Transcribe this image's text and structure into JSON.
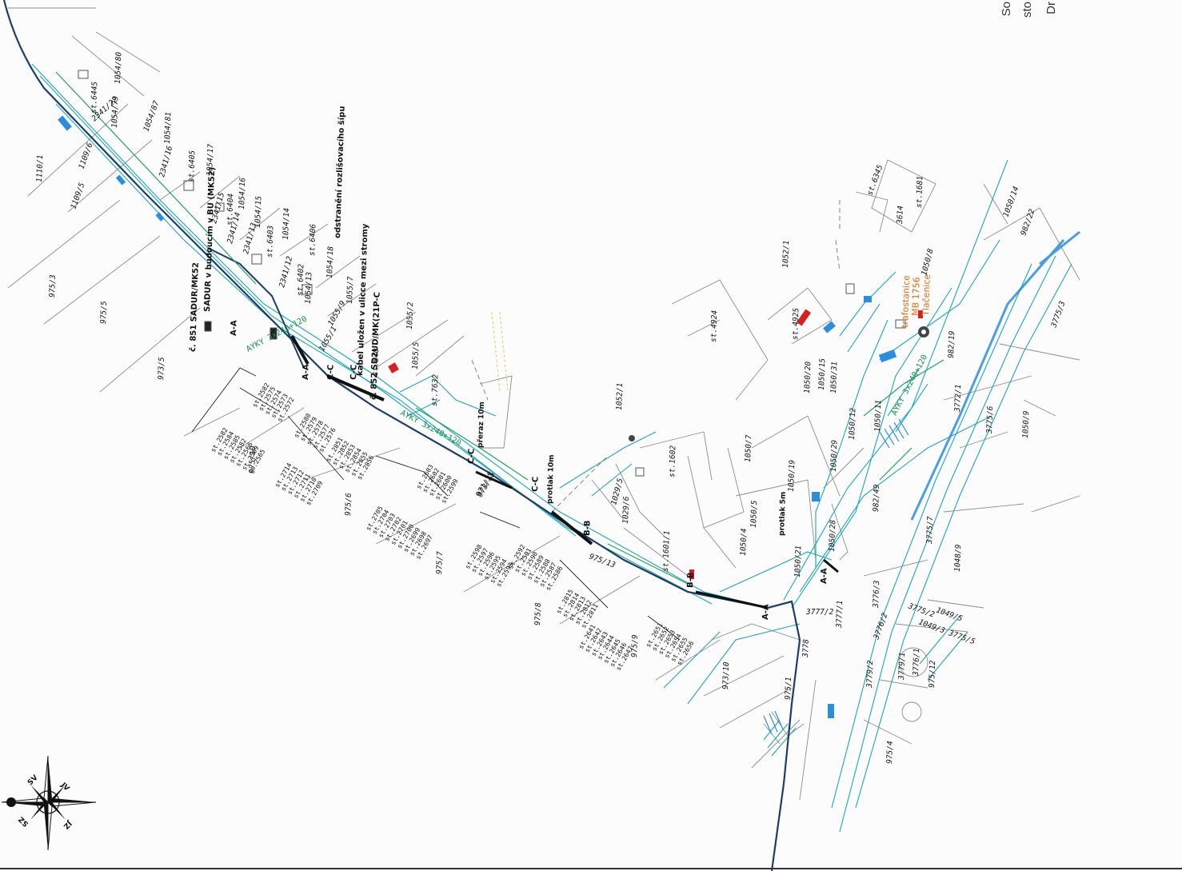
{
  "corner_text": [
    "So",
    "sto",
    "Dr"
  ],
  "compass": {
    "labels": [
      "SV",
      "JV",
      "SZ",
      "JZ"
    ]
  },
  "notes": [
    "odstranění rozlišovacího šípu",
    "kabel uložen v ulicce mezi stromy",
    "SADUR v budoucím v BU (MK52)",
    "č. 851 SADUR/MK52",
    "č. 852 SD2UD/MK(21P-C"
  ],
  "section_marks": [
    "A-A",
    "A-A",
    "A-A",
    "B-B",
    "B-B",
    "C-C",
    "C-C",
    "C-C",
    "C-C"
  ],
  "protection_labels": [
    "přeraz 10m",
    "protlak 10m",
    "protlak 5m"
  ],
  "cable_labels": [
    "AYKY 3x240+120",
    "AYKY 3x240+120",
    "AYKY 3x240+120"
  ],
  "orange_label": [
    "trafostanice",
    "MB 1756",
    "Tlačenice"
  ],
  "parcels": [
    {
      "id": "p1",
      "text": "1110/1"
    },
    {
      "id": "p2",
      "text": "1109/5"
    },
    {
      "id": "p3",
      "text": "1109/6"
    },
    {
      "id": "p4",
      "text": "975/3"
    },
    {
      "id": "p5",
      "text": "975/5"
    },
    {
      "id": "p6",
      "text": "973/5"
    },
    {
      "id": "p7",
      "text": "2341/22"
    },
    {
      "id": "p8",
      "text": "1054/79"
    },
    {
      "id": "p9",
      "text": "1054/80"
    },
    {
      "id": "p10",
      "text": "1054/81"
    },
    {
      "id": "p11",
      "text": "1054/87"
    },
    {
      "id": "p12",
      "text": "st.6445"
    },
    {
      "id": "p13",
      "text": "2341/16"
    },
    {
      "id": "p14",
      "text": "st.6405"
    },
    {
      "id": "p15",
      "text": "1054/17"
    },
    {
      "id": "p16",
      "text": "2341/15"
    },
    {
      "id": "p17",
      "text": "st.6404"
    },
    {
      "id": "p18",
      "text": "1054/16"
    },
    {
      "id": "p19",
      "text": "1054/15"
    },
    {
      "id": "p20",
      "text": "2341/14"
    },
    {
      "id": "p21",
      "text": "2341/13"
    },
    {
      "id": "p22",
      "text": "st.6403"
    },
    {
      "id": "p23",
      "text": "1054/14"
    },
    {
      "id": "p24",
      "text": "st.6406"
    },
    {
      "id": "p25",
      "text": "2341/12"
    },
    {
      "id": "p26",
      "text": "st.6402"
    },
    {
      "id": "p27",
      "text": "1054/13"
    },
    {
      "id": "p28",
      "text": "1054/18"
    },
    {
      "id": "p29",
      "text": "1055/7"
    },
    {
      "id": "p30",
      "text": "1055/9"
    },
    {
      "id": "p31",
      "text": "1055/2"
    },
    {
      "id": "p32",
      "text": "1055/5"
    },
    {
      "id": "p33",
      "text": "st.840"
    },
    {
      "id": "p34",
      "text": "st.7632"
    },
    {
      "id": "p35",
      "text": "975/10"
    },
    {
      "id": "p36",
      "text": "975/6"
    },
    {
      "id": "p37",
      "text": "975/7"
    },
    {
      "id": "p38",
      "text": "975/8"
    },
    {
      "id": "p39",
      "text": "975/9"
    },
    {
      "id": "p40",
      "text": "973/15"
    },
    {
      "id": "p41",
      "text": "1052/1"
    },
    {
      "id": "p42",
      "text": "1052/1"
    },
    {
      "id": "p43",
      "text": "st.4924"
    },
    {
      "id": "p44",
      "text": "st.4925"
    },
    {
      "id": "p45",
      "text": "st.6345"
    },
    {
      "id": "p46",
      "text": "st.1681"
    },
    {
      "id": "p47",
      "text": "3614"
    },
    {
      "id": "p48",
      "text": "1050/8"
    },
    {
      "id": "p49",
      "text": "1050/14"
    },
    {
      "id": "p50",
      "text": "982/22"
    },
    {
      "id": "p51",
      "text": "982/19"
    },
    {
      "id": "p52",
      "text": "3775/3"
    },
    {
      "id": "p53",
      "text": "3772/1"
    },
    {
      "id": "p54",
      "text": "3775/6"
    },
    {
      "id": "p55",
      "text": "1050/9"
    },
    {
      "id": "p56",
      "text": "1050/20"
    },
    {
      "id": "p57",
      "text": "1050/15"
    },
    {
      "id": "p58",
      "text": "1050/31"
    },
    {
      "id": "p59",
      "text": "1050/12"
    },
    {
      "id": "p60",
      "text": "1050/11"
    },
    {
      "id": "p61",
      "text": "1050/7"
    },
    {
      "id": "p62",
      "text": "1050/19"
    },
    {
      "id": "p63",
      "text": "1050/29"
    },
    {
      "id": "p64",
      "text": "982/49"
    },
    {
      "id": "p65",
      "text": "3775/7"
    },
    {
      "id": "p66",
      "text": "1048/9"
    },
    {
      "id": "p67",
      "text": "1050/5"
    },
    {
      "id": "p68",
      "text": "1050/4"
    },
    {
      "id": "p69",
      "text": "1050/28"
    },
    {
      "id": "p70",
      "text": "1050/21"
    },
    {
      "id": "p71",
      "text": "st.1602"
    },
    {
      "id": "p72",
      "text": "1029/5"
    },
    {
      "id": "p73",
      "text": "1029/6"
    },
    {
      "id": "p74",
      "text": "st.1601/1"
    },
    {
      "id": "p75",
      "text": "3777/1"
    },
    {
      "id": "p76",
      "text": "3777/2"
    },
    {
      "id": "p77",
      "text": "3776/3"
    },
    {
      "id": "p78",
      "text": "3776/2"
    },
    {
      "id": "p79",
      "text": "3775/2"
    },
    {
      "id": "p80",
      "text": "1049/5"
    },
    {
      "id": "p81",
      "text": "1049/3 3775/5"
    },
    {
      "id": "p82",
      "text": "3779/1"
    },
    {
      "id": "p83",
      "text": "3776/1"
    },
    {
      "id": "p84",
      "text": "3779/2"
    },
    {
      "id": "p85",
      "text": "975/12"
    },
    {
      "id": "p86",
      "text": "975/4"
    },
    {
      "id": "p87",
      "text": "975/1"
    },
    {
      "id": "p88",
      "text": "973/10"
    },
    {
      "id": "p89",
      "text": "3778"
    },
    {
      "id": "p90",
      "text": "975/13"
    },
    {
      "id": "p91",
      "text": "971/15"
    },
    {
      "id": "p92",
      "text": "1055/1"
    }
  ],
  "plot_lists": [
    {
      "id": "L1",
      "lines": [
        "st.2582",
        "st.2584",
        "st.2585",
        "st.2582",
        "st.2566",
        "st.2569",
        "st.2565"
      ]
    },
    {
      "id": "L2",
      "lines": [
        "st.2582",
        "st.2575",
        "st.2574",
        "st.2573",
        "st.2572"
      ]
    },
    {
      "id": "L3",
      "lines": [
        "st.2580",
        "st.2579",
        "st.2578",
        "st.2577",
        "st.2576"
      ]
    },
    {
      "id": "L4",
      "lines": [
        "st.2714",
        "st.2713",
        "st.2712",
        "st.2711",
        "st.2710",
        "st.2709"
      ]
    },
    {
      "id": "L5",
      "lines": [
        "st.2851",
        "st.2852",
        "st.2853",
        "st.2854",
        "st.2855",
        "st.2856"
      ]
    },
    {
      "id": "L6",
      "lines": [
        "st.2705",
        "st.2704",
        "st.2703",
        "st.2702",
        "st.2701",
        "st.2700",
        "st.2699",
        "st.2698",
        "st.2697"
      ]
    },
    {
      "id": "L7",
      "lines": [
        "st.2603",
        "st.2602",
        "st.2601",
        "st.2600",
        "st.2599"
      ]
    },
    {
      "id": "L8",
      "lines": [
        "st.2598",
        "st.2597",
        "st.2596",
        "st.2595",
        "st.2594",
        "st.2593"
      ]
    },
    {
      "id": "L9",
      "lines": [
        "st.2592",
        "st.2591",
        "st.2590",
        "st.2589",
        "st.2588",
        "st.2587",
        "st.2586"
      ]
    },
    {
      "id": "L10",
      "lines": [
        "st.2815",
        "st.2814",
        "st.2813",
        "st.2812",
        "st.2811"
      ]
    },
    {
      "id": "L11",
      "lines": [
        "st.2641",
        "st.2642",
        "st.2643",
        "st.2644",
        "st.2645",
        "st.2646",
        "st.2647"
      ]
    },
    {
      "id": "L12",
      "lines": [
        "st.2651",
        "st.2652",
        "st.2653",
        "st.2654",
        "st.2655",
        "st.2656"
      ]
    }
  ]
}
